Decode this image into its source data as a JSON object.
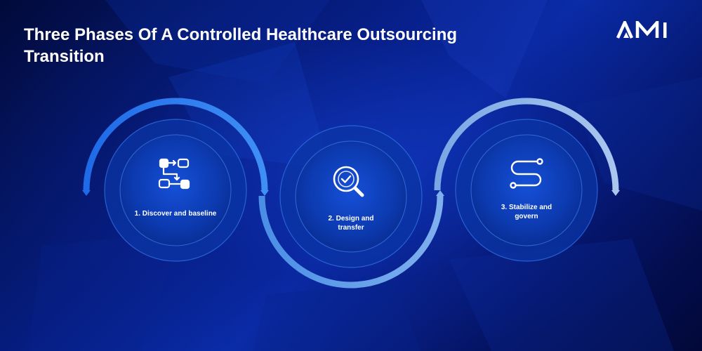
{
  "header": {
    "title": "Three Phases Of A Controlled Healthcare Outsourcing Transition",
    "logo_text": "AMI"
  },
  "phases": [
    {
      "label": "1. Discover and baseline",
      "icon": "workflow-icon"
    },
    {
      "label": "2. Design and transfer",
      "icon": "magnifier-check-icon"
    },
    {
      "label": "3. Stabilize and govern",
      "icon": "path-icon"
    }
  ],
  "colors": {
    "background": "#04114a",
    "arc_bright": "#2f7ff0",
    "arc_light": "#8fb4e6",
    "circle_fill": "#0c3fb8",
    "text": "#ffffff"
  }
}
